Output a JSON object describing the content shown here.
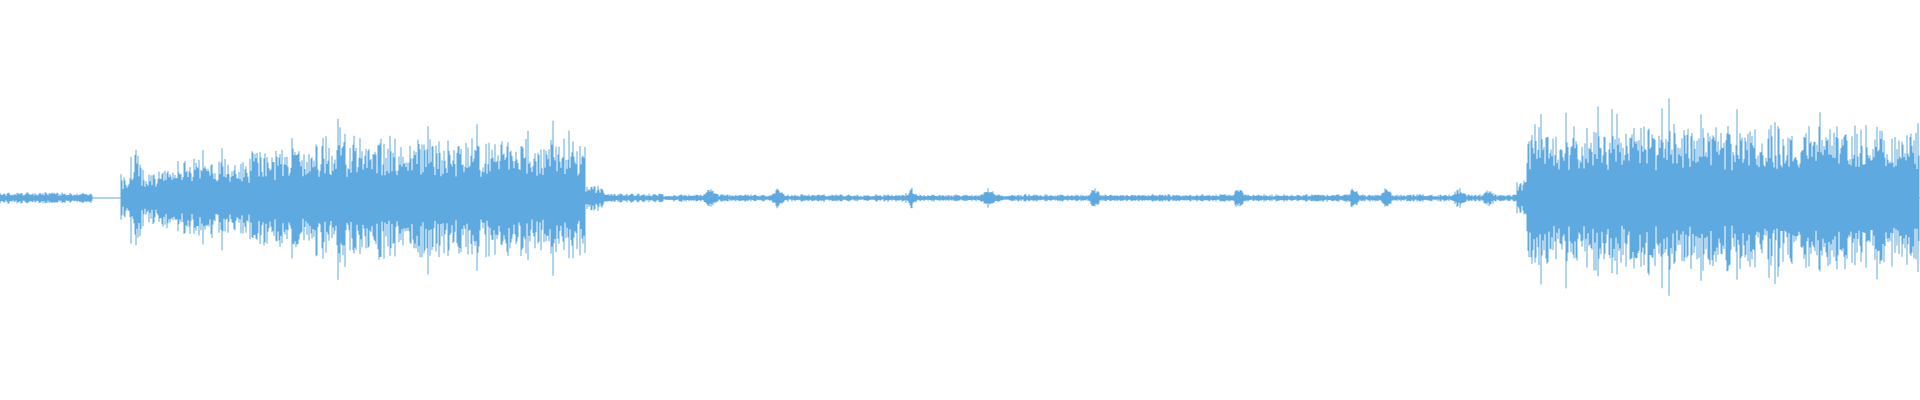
{
  "waveform": {
    "color": "#5fa9e1",
    "background": "#ffffff",
    "regions": [
      {
        "start": 0.0,
        "end": 0.048,
        "level": 0.06,
        "kind": "noise"
      },
      {
        "start": 0.048,
        "end": 0.063,
        "level": 0.0,
        "kind": "silence"
      },
      {
        "start": 0.063,
        "end": 0.068,
        "level": 0.28,
        "kind": "speech"
      },
      {
        "start": 0.068,
        "end": 0.073,
        "level": 0.55,
        "kind": "speech"
      },
      {
        "start": 0.073,
        "end": 0.09,
        "level": 0.35,
        "kind": "speech"
      },
      {
        "start": 0.09,
        "end": 0.13,
        "level": 0.45,
        "kind": "speech"
      },
      {
        "start": 0.13,
        "end": 0.16,
        "level": 0.6,
        "kind": "speech"
      },
      {
        "start": 0.16,
        "end": 0.25,
        "level": 0.72,
        "kind": "speech"
      },
      {
        "start": 0.25,
        "end": 0.305,
        "level": 0.7,
        "kind": "speech"
      },
      {
        "start": 0.305,
        "end": 0.315,
        "level": 0.15,
        "kind": "speech"
      },
      {
        "start": 0.315,
        "end": 0.345,
        "level": 0.05,
        "kind": "noise"
      },
      {
        "start": 0.345,
        "end": 0.79,
        "level": 0.04,
        "kind": "noise"
      },
      {
        "start": 0.79,
        "end": 0.795,
        "level": 0.22,
        "kind": "speech"
      },
      {
        "start": 0.795,
        "end": 1.0,
        "level": 0.95,
        "kind": "loud"
      }
    ],
    "blips": [
      0.37,
      0.405,
      0.475,
      0.515,
      0.57,
      0.645,
      0.705,
      0.722,
      0.76,
      0.775
    ]
  }
}
